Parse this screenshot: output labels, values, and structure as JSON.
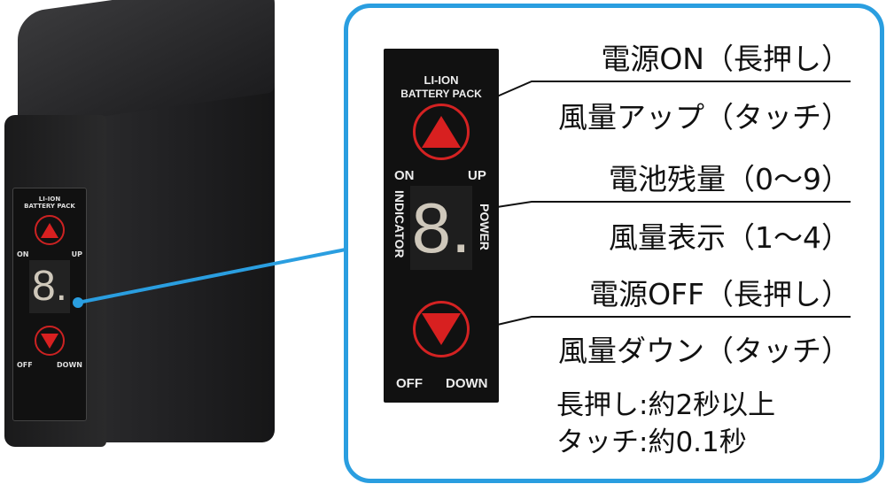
{
  "device_panel": {
    "brand_line1": "LI-ION",
    "brand_line2": "BATTERY PACK",
    "on_label": "ON",
    "up_label": "UP",
    "indicator_label": "INDICATOR",
    "power_label": "POWER",
    "display_digit": "8.",
    "off_label": "OFF",
    "down_label": "DOWN"
  },
  "annotations": {
    "up_button_long": "電源ON（長押し）",
    "up_button_touch": "風量アップ（タッチ）",
    "display_battery": "電池残量（0〜9）",
    "display_fan": "風量表示（1〜4）",
    "down_button_long": "電源OFF（長押し）",
    "down_button_touch": "風量ダウン（タッチ）",
    "note_long_press": "長押し:約2秒以上",
    "note_touch": "タッチ:約0.1秒"
  },
  "colors": {
    "callout_border": "#2a9ee0",
    "button_red": "#d82020"
  }
}
